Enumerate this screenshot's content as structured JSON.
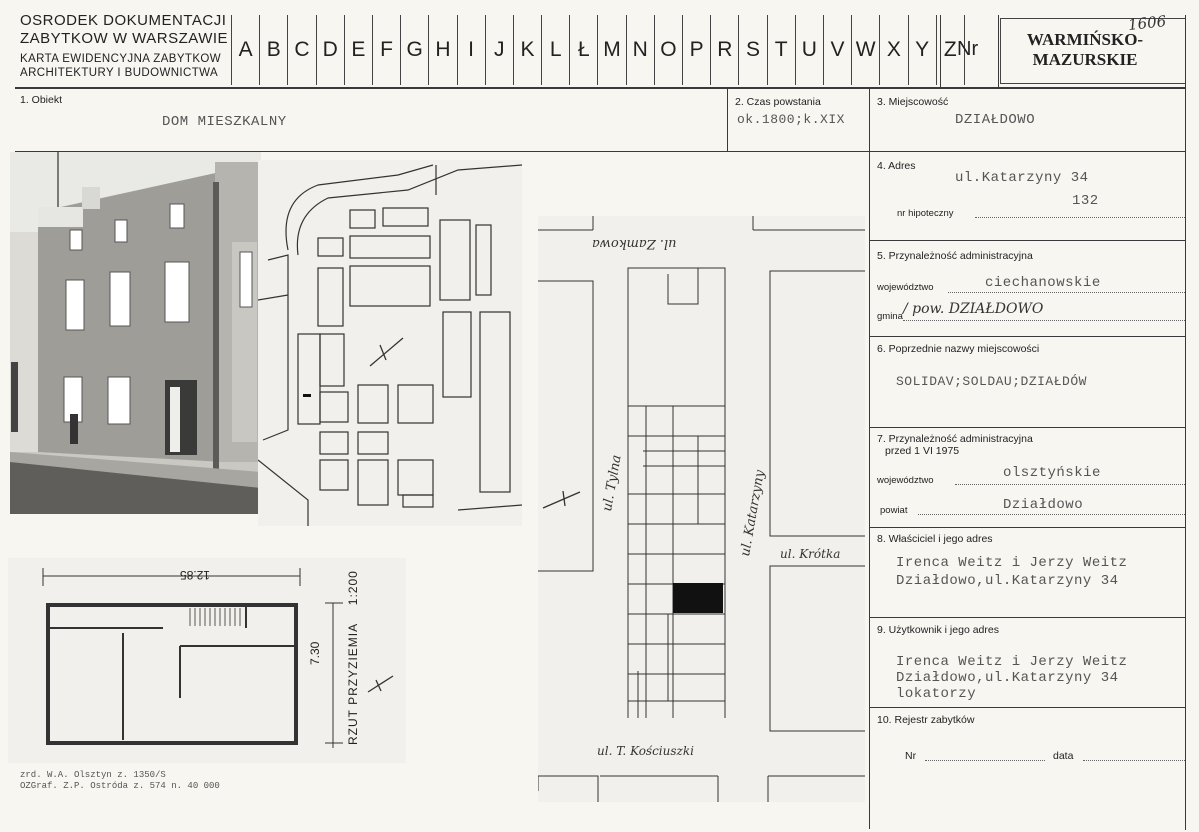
{
  "header": {
    "institution_lines": [
      "OSRODEK DOKUMENTACJI",
      "ZABYTKOW W WARSZAWIE"
    ],
    "sub_lines": [
      "KARTA EWIDENCYJNA ZABYTKOW",
      "ARCHITEKTURY I BUDOWNICTWA"
    ],
    "letters": [
      "A",
      "B",
      "C",
      "D",
      "E",
      "F",
      "G",
      "H",
      "I",
      "J",
      "K",
      "L",
      "Ł",
      "M",
      "N",
      "O",
      "P",
      "R",
      "S",
      "T",
      "U",
      "V",
      "W",
      "X",
      "Y",
      "Z"
    ],
    "nr_label": "Nr",
    "region": [
      "WARMIŃSKO-",
      "MAZURSKIE"
    ],
    "handwritten_number": "1606"
  },
  "fields": {
    "obiekt": {
      "label": "1. Obiekt",
      "value": "DOM MIESZKALNY"
    },
    "czas": {
      "label": "2. Czas powstania",
      "value": "ok.1800;k.XIX"
    },
    "miejscowosc": {
      "label": "3. Miejscowość",
      "value": "DZIAŁDOWO"
    },
    "adres": {
      "label": "4. Adres",
      "value": "ul.Katarzyny 34",
      "hip_label": "nr hipoteczny",
      "hip_value": "132"
    },
    "przynaleznosc": {
      "label": "5. Przynależność administracyjna",
      "woj_label": "województwo",
      "woj_value": "ciechanowskie",
      "gmina_label": "gmina",
      "gmina_value": "/ pow. DZIAŁDOWO"
    },
    "poprzednie": {
      "label": "6. Poprzednie nazwy miejscowości",
      "value": "SOLIDAV;SOLDAU;DZIAŁDÓW"
    },
    "przyn1975": {
      "label": "7. Przynależność administracyjna",
      "label2": "przed 1 VI 1975",
      "woj_label": "województwo",
      "woj_value": "olsztyńskie",
      "pow_label": "powiat",
      "pow_value": "Działdowo"
    },
    "wlasciciel": {
      "label": "8. Właściciel i jego adres",
      "line1": "Irenca Weitz i Jerzy Weitz",
      "line2": "Działdowo,ul.Katarzyny 34"
    },
    "uzytkownik": {
      "label": "9. Użytkownik i jego adres",
      "line1": "Irenca Weitz i Jerzy Weitz",
      "line2": "Działdowo,ul.Katarzyny 34",
      "line3": "lokatorzy"
    },
    "rejestr": {
      "label": "10. Rejestr zabytków",
      "nr_label": "Nr",
      "data_label": "data"
    }
  },
  "site_plan": {
    "street_top": "ul. Zamkowa",
    "street_left": "ul. Tylna",
    "street_right": "ul. Katarzyny",
    "street_right2": "ul. Krótka",
    "street_bottom": "ul. T. Kościuszki"
  },
  "floor_plan": {
    "width_dim": "12.85",
    "depth_dim": "7.30",
    "caption": "RZUT PRZYZIEMIA",
    "scale": "1:200"
  },
  "footer": {
    "line1": "zrd. W.A. Olsztyn z. 1350/S",
    "line2": "OZGraf. Z.P. Ostróda z. 574 n. 40 000"
  }
}
